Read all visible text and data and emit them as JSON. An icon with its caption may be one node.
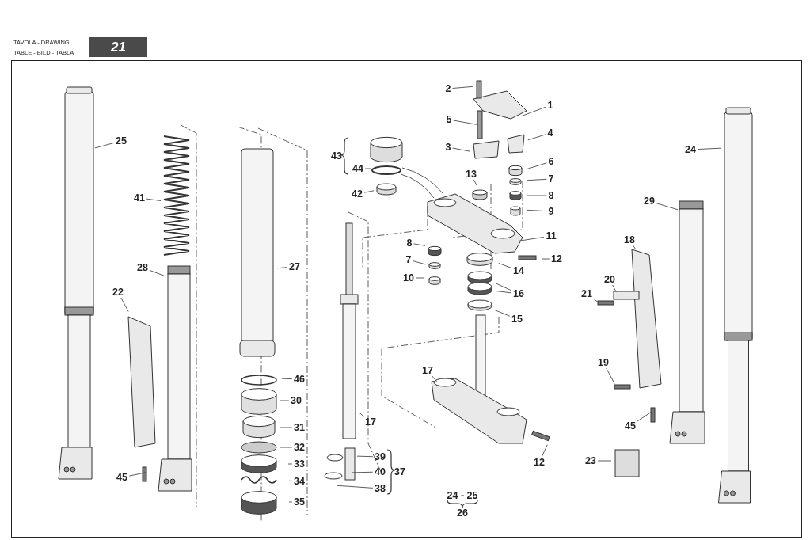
{
  "diagram": {
    "nodes": [
      {
        "text": [
          "25"
        ]
      },
      {
        "text": [
          "41"
        ]
      },
      {
        "text": [
          "28"
        ]
      },
      {
        "text": [
          "22"
        ]
      },
      {
        "text": [
          "45"
        ]
      },
      {
        "text": [
          "27"
        ]
      },
      {
        "text": [
          "46"
        ]
      },
      {
        "text": [
          "30"
        ]
      },
      {
        "text": [
          "31"
        ]
      },
      {
        "text": [
          "32"
        ]
      },
      {
        "text": [
          "33"
        ]
      },
      {
        "text": [
          "34"
        ]
      },
      {
        "text": [
          "35"
        ]
      },
      {
        "text": [
          "44"
        ]
      },
      {
        "text": [
          "42"
        ]
      },
      {
        "text": [
          "2"
        ]
      },
      {
        "text": [
          "5"
        ]
      },
      {
        "text": [
          "3"
        ]
      },
      {
        "text": [
          "1"
        ]
      },
      {
        "text": [
          "4"
        ]
      },
      {
        "text": [
          "6"
        ]
      },
      {
        "text": [
          "7"
        ]
      },
      {
        "text": [
          "8"
        ]
      },
      {
        "text": [
          "9"
        ]
      },
      {
        "text": [
          "13"
        ]
      },
      {
        "text": [
          "11"
        ]
      },
      {
        "text": [
          "12"
        ]
      },
      {
        "text": [
          "8"
        ]
      },
      {
        "text": [
          "7"
        ]
      },
      {
        "text": [
          "10"
        ]
      },
      {
        "text": [
          "14"
        ]
      },
      {
        "text": [
          "16"
        ]
      },
      {
        "text": [
          "15"
        ]
      },
      {
        "text": [
          "17"
        ]
      },
      {
        "text": [
          "17"
        ]
      },
      {
        "text": [
          "39"
        ]
      },
      {
        "text": [
          "40"
        ]
      },
      {
        "text": [
          "38"
        ]
      },
      {
        "text": [
          "12"
        ]
      },
      {
        "text": [
          "24"
        ]
      },
      {
        "text": [
          "29"
        ]
      },
      {
        "text": [
          "18"
        ]
      },
      {
        "text": [
          "20"
        ]
      },
      {
        "text": [
          "21"
        ]
      },
      {
        "text": [
          "19"
        ]
      },
      {
        "text": [
          "45"
        ]
      },
      {
        "text": [
          "23"
        ]
      }
    ],
    "edges": [
      {
        "from": 0,
        "to": null,
        "arrow": "none"
      },
      {
        "from": 1,
        "to": null,
        "arrow": "none"
      },
      {
        "from": 2,
        "to": null,
        "arrow": "none"
      },
      {
        "from": 3,
        "to": null,
        "arrow": "none"
      },
      {
        "from": 4,
        "to": null,
        "arrow": "none"
      },
      {
        "from": 5,
        "to": null,
        "arrow": "none"
      },
      {
        "from": 6,
        "to": null,
        "arrow": "none"
      },
      {
        "from": 7,
        "to": null,
        "arrow": "none"
      },
      {
        "from": 8,
        "to": null,
        "arrow": "none"
      },
      {
        "from": 9,
        "to": null,
        "arrow": "none"
      },
      {
        "from": 10,
        "to": null,
        "arrow": "none"
      },
      {
        "from": 11,
        "to": null,
        "arrow": "none"
      },
      {
        "from": 12,
        "to": null,
        "arrow": "none"
      },
      {
        "from": 13,
        "to": null,
        "arrow": "none"
      },
      {
        "from": 14,
        "to": null,
        "arrow": "none"
      },
      {
        "from": 15,
        "to": null,
        "arrow": "none"
      },
      {
        "from": 16,
        "to": null,
        "arrow": "none"
      },
      {
        "from": 17,
        "to": null,
        "arrow": "none"
      },
      {
        "from": 18,
        "to": null,
        "arrow": "none"
      },
      {
        "from": 19,
        "to": null,
        "arrow": "none"
      },
      {
        "from": 20,
        "to": null,
        "arrow": "none"
      },
      {
        "from": 21,
        "to": null,
        "arrow": "none"
      },
      {
        "from": 22,
        "to": null,
        "arrow": "none"
      },
      {
        "from": 23,
        "to": null,
        "arrow": "none"
      },
      {
        "from": 24,
        "to": null,
        "arrow": "none"
      },
      {
        "from": 25,
        "to": null,
        "arrow": "none"
      },
      {
        "from": 26,
        "to": null,
        "arrow": "none"
      },
      {
        "from": 27,
        "to": null,
        "arrow": "none"
      },
      {
        "from": 28,
        "to": null,
        "arrow": "none"
      },
      {
        "from": 29,
        "to": null,
        "arrow": "none"
      },
      {
        "from": 30,
        "to": null,
        "arrow": "none"
      },
      {
        "from": 31,
        "to": null,
        "arrow": "none"
      },
      {
        "from": 31,
        "to": null,
        "arrow": "none"
      },
      {
        "from": 32,
        "to": null,
        "arrow": "none"
      },
      {
        "from": 33,
        "to": null,
        "arrow": "none"
      },
      {
        "from": 34,
        "to": null,
        "arrow": "none"
      },
      {
        "from": 35,
        "to": null,
        "arrow": "none"
      },
      {
        "from": 36,
        "to": null,
        "arrow": "none"
      },
      {
        "from": 37,
        "to": null,
        "arrow": "none"
      },
      {
        "from": 38,
        "to": null,
        "arrow": "none"
      },
      {
        "from": 39,
        "to": null,
        "arrow": "none"
      },
      {
        "from": 40,
        "to": null,
        "arrow": "none"
      },
      {
        "from": 41,
        "to": null,
        "arrow": "none"
      },
      {
        "from": 42,
        "to": null,
        "arrow": "none"
      },
      {
        "from": 43,
        "to": null,
        "arrow": "none"
      },
      {
        "from": 44,
        "to": null,
        "arrow": "none"
      },
      {
        "from": 45,
        "to": null,
        "arrow": "none"
      },
      {
        "from": 46,
        "to": null,
        "arrow": "none"
      }
    ],
    "labels": [
      "TAVOLA - DRAWING",
      "TABLE - BILD - TABLA",
      "21",
      "43",
      "37",
      "24 - 25",
      "26"
    ]
  }
}
